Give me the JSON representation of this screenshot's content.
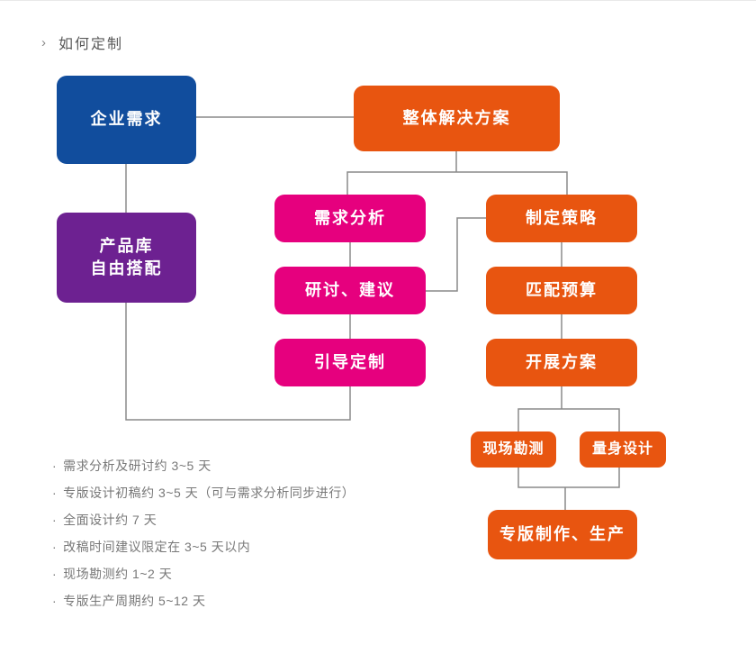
{
  "page": {
    "title": "如何定制",
    "title_marker": "›"
  },
  "colors": {
    "blue": "#114d9d",
    "purple": "#6d2191",
    "pink": "#e6007e",
    "orange": "#e85510",
    "connector": "#8a8a8a",
    "title_text": "#595959",
    "notes_text": "#787878"
  },
  "flowchart": {
    "nodes": {
      "enterprise_needs": {
        "label": "企业需求"
      },
      "overall_solution": {
        "label": "整体解决方案"
      },
      "product_library": {
        "line1": "产品库",
        "line2": "自由搭配"
      },
      "needs_analysis": {
        "label": "需求分析"
      },
      "discussion_advice": {
        "label": "研讨、建议"
      },
      "guided_customization": {
        "label": "引导定制"
      },
      "make_strategy": {
        "label": "制定策略"
      },
      "match_budget": {
        "label": "匹配预算"
      },
      "develop_plan": {
        "label": "开展方案"
      },
      "site_survey": {
        "label": "现场勘测"
      },
      "tailored_design": {
        "label": "量身设计"
      },
      "production": {
        "label": "专版制作、生产"
      }
    }
  },
  "notes": {
    "bullet": "·",
    "items": [
      "需求分析及研讨约 3~5 天",
      "专版设计初稿约 3~5 天（可与需求分析同步进行）",
      "全面设计约 7 天",
      "改稿时间建议限定在 3~5 天以内",
      "现场勘测约 1~2 天",
      "专版生产周期约 5~12 天"
    ]
  }
}
